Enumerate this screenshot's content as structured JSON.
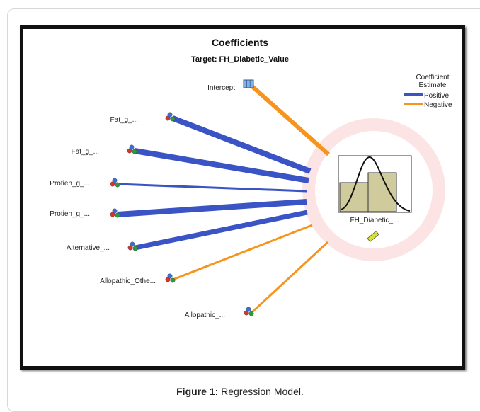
{
  "title": "Coefficients",
  "subtitle": "Target: FH_Diabetic_Value",
  "legend": {
    "title_line1": "Coefficient",
    "title_line2": "Estimate",
    "items": [
      {
        "label": "Positive",
        "color": "#3a53c5"
      },
      {
        "label": "Negative",
        "color": "#f7941d"
      }
    ]
  },
  "target_label": "FH_Diabetic_...",
  "predictors": [
    {
      "label": "Intercept",
      "sign": "Negative"
    },
    {
      "label": "Fat_g_...",
      "sign": "Positive"
    },
    {
      "label": "Fat_g_...",
      "sign": "Positive"
    },
    {
      "label": "Protien_g_...",
      "sign": "Positive"
    },
    {
      "label": "Protien_g_...",
      "sign": "Positive"
    },
    {
      "label": "Alternative_...",
      "sign": "Positive"
    },
    {
      "label": "Allopathic_Othe...",
      "sign": "Negative"
    },
    {
      "label": "Allopathic_...",
      "sign": "Negative"
    }
  ],
  "caption": {
    "prefix": "Figure 1:",
    "text": "Regression Model."
  },
  "colors": {
    "positive": "#3a53c5",
    "negative": "#f7941d",
    "histogram_fill": "#cfcb9d",
    "ring": "#fde4e4"
  }
}
